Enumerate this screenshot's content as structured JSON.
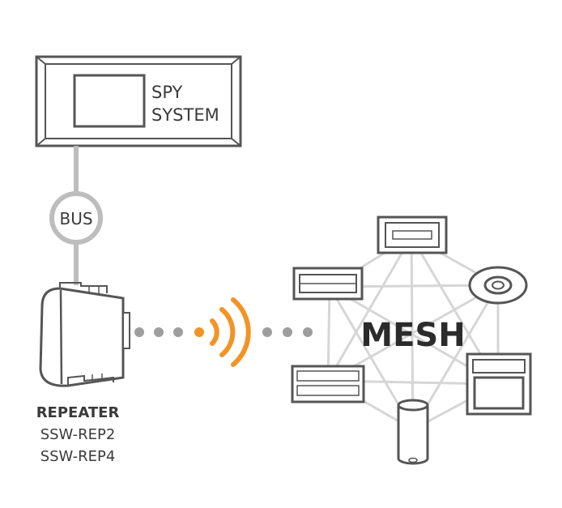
{
  "spy_system": {
    "line1": "SPY",
    "line2": "SYSTEM"
  },
  "bus": {
    "label": "BUS"
  },
  "repeater": {
    "title": "REPEATER",
    "models": [
      "SSW-REP2",
      "SSW-REP4"
    ]
  },
  "mesh": {
    "label": "MESH"
  },
  "colors": {
    "outline": "#555555",
    "connector": "#bdbdbd",
    "dots": "#9e9e9e",
    "wireless": "#f39325",
    "mesh_lines": "#d6d6d6",
    "text": "#3a3a3a"
  },
  "icons": [
    "wireless-signal-icon",
    "repeater-module-icon",
    "ceiling-sensor-icon",
    "cylinder-sensor-icon"
  ]
}
